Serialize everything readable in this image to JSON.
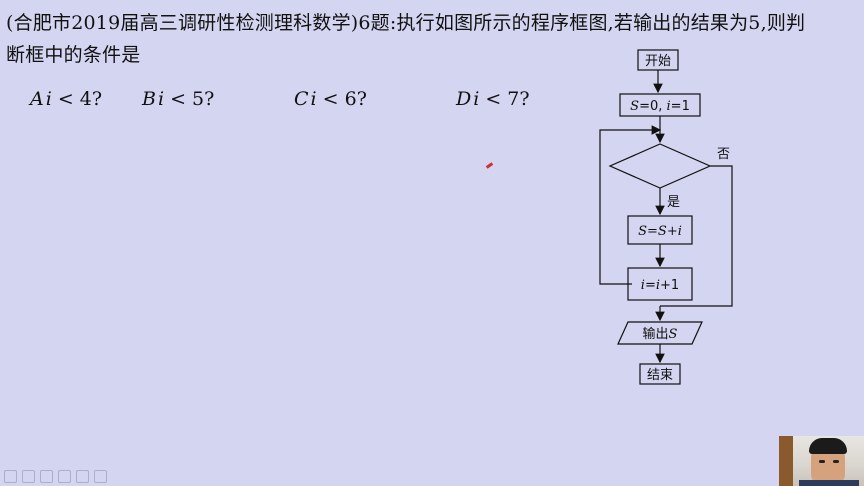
{
  "question": {
    "line1": "(合肥市2019届高三调研性检测理科数学)6题:执行如图所示的程序框图,若输出的结果为5,则判",
    "line2": "断框中的条件是"
  },
  "options": [
    {
      "letter": "A",
      "cond": "i",
      "rest": " < 4?"
    },
    {
      "letter": "B",
      "cond": "i",
      "rest": " < 5?"
    },
    {
      "letter": "C",
      "cond": "i",
      "rest": " < 6?"
    },
    {
      "letter": "D",
      "cond": "i",
      "rest": " < 7?"
    }
  ],
  "flowchart": {
    "start": "开始",
    "init_s": "S",
    "init_eq": "=0, ",
    "init_i": "i",
    "init_end": "=1",
    "yes": "是",
    "no": "否",
    "update_s1": "S",
    "update_s2": "=S+",
    "update_s3": "i",
    "inc_i1": "i",
    "inc_i2": "=",
    "inc_i3": "i",
    "inc_i4": "+1",
    "output_text": "输出",
    "output_var": "S",
    "end": "结束"
  },
  "colors": {
    "background": "#d4d5f0",
    "cursor": "#d23030"
  }
}
